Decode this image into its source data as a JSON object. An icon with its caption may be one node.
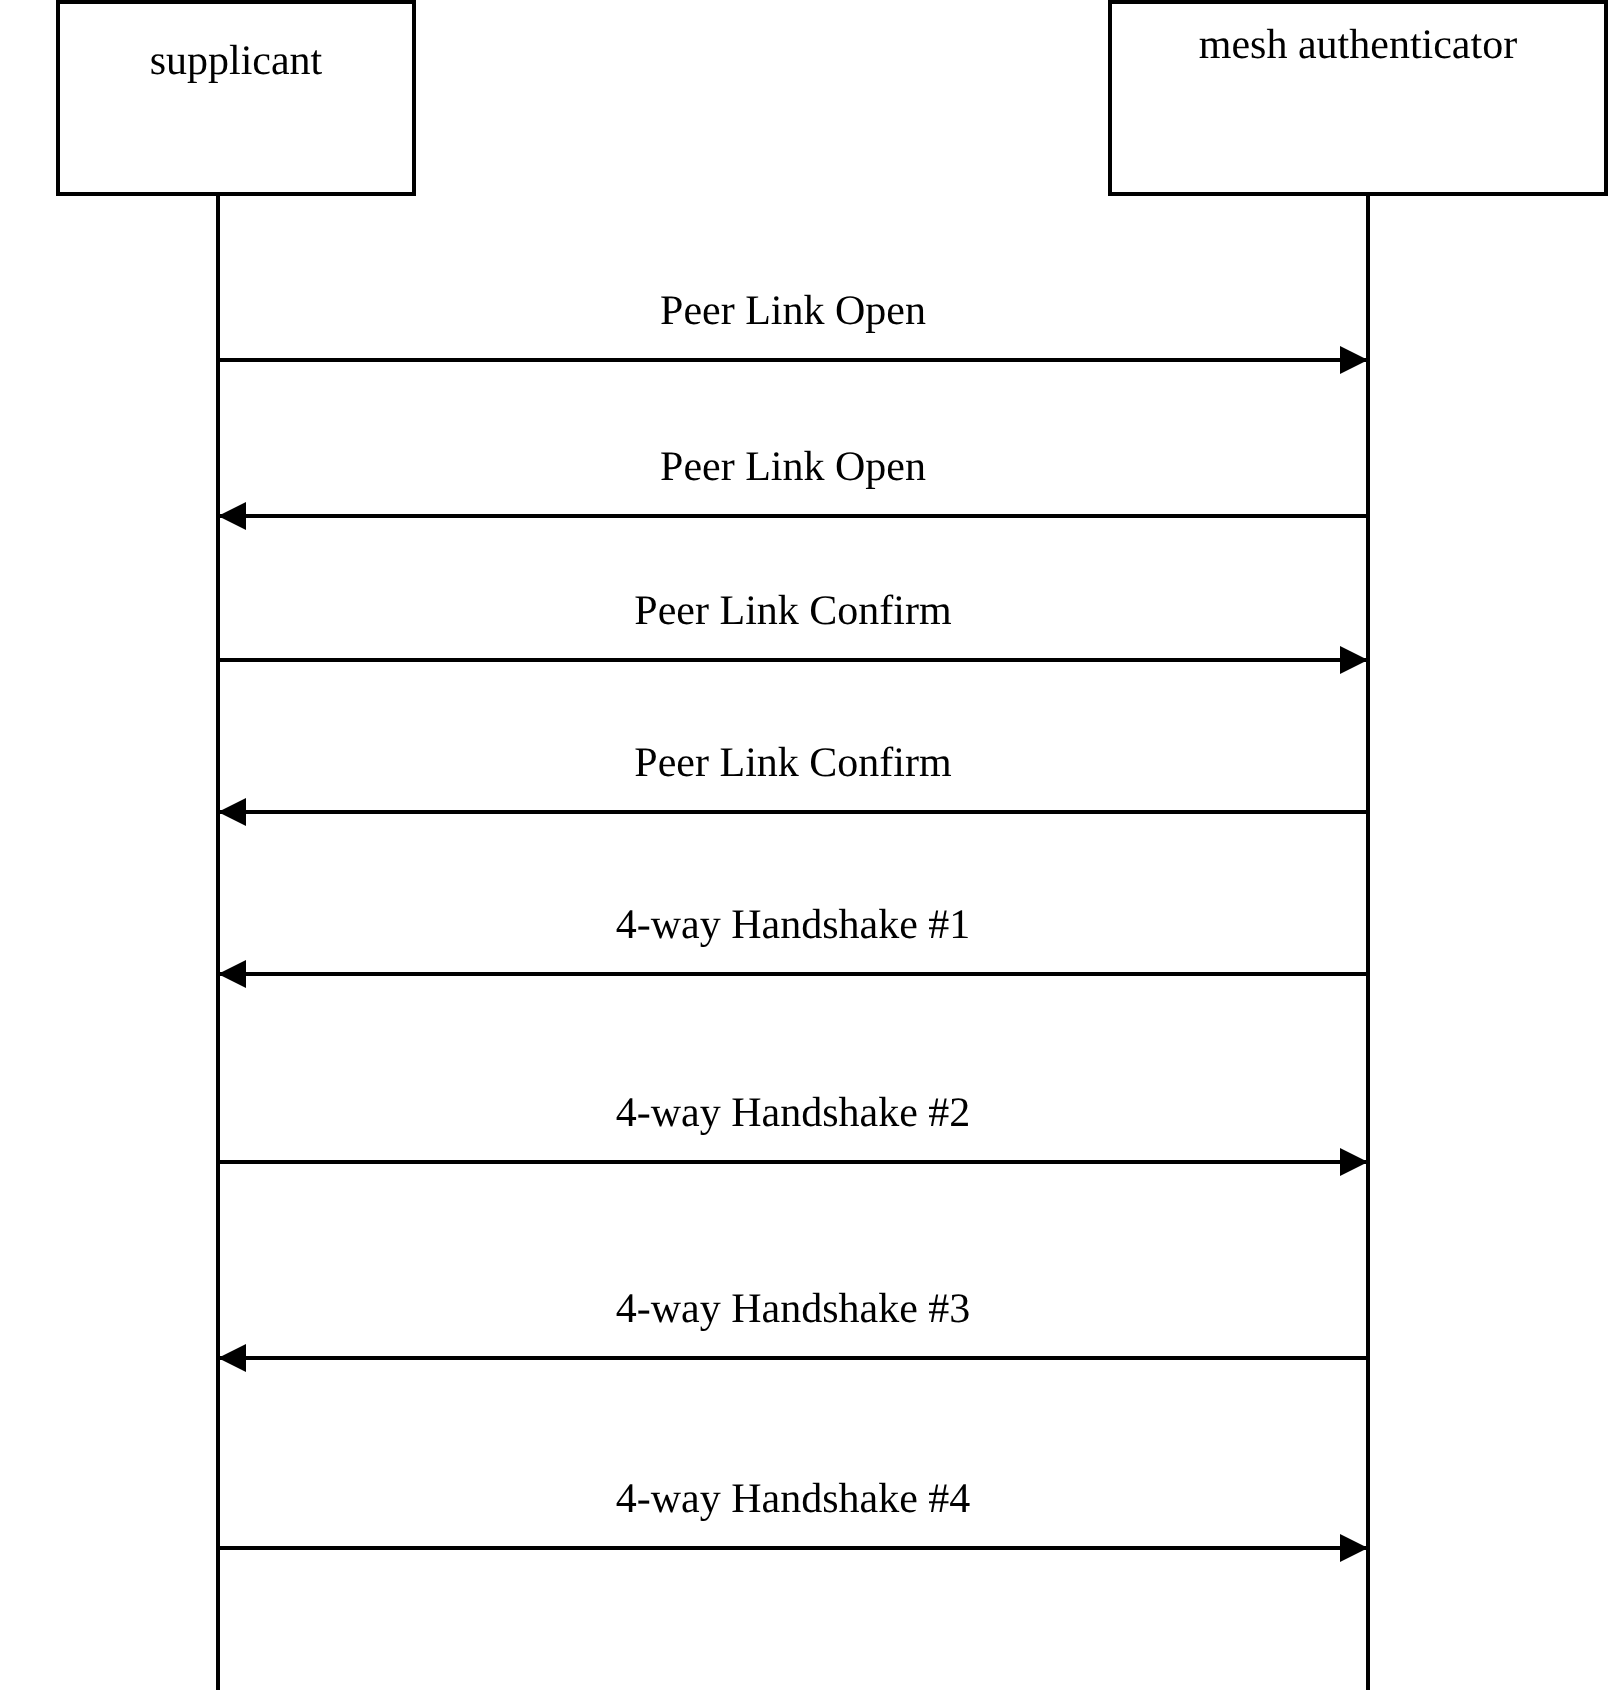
{
  "diagram": {
    "nodes": [
      {
        "text": [
          "supplicant"
        ]
      },
      {
        "text": [
          "mesh authenticator"
        ]
      }
    ],
    "edges": [
      {
        "from": 0,
        "to": 1,
        "arrow": "to",
        "label": "Peer Link Open"
      },
      {
        "from": 1,
        "to": 0,
        "arrow": "to",
        "label": "Peer Link Open"
      },
      {
        "from": 0,
        "to": 1,
        "arrow": "to",
        "label": "Peer Link Confirm"
      },
      {
        "from": 1,
        "to": 0,
        "arrow": "to",
        "label": "Peer Link Confirm"
      },
      {
        "from": 1,
        "to": 0,
        "arrow": "to",
        "label": "4-way Handshake #1"
      },
      {
        "from": 0,
        "to": 1,
        "arrow": "to",
        "label": "4-way Handshake #2"
      },
      {
        "from": 1,
        "to": 0,
        "arrow": "to",
        "label": "4-way Handshake #3"
      },
      {
        "from": 0,
        "to": 1,
        "arrow": "to",
        "label": "4-way Handshake #4"
      }
    ]
  }
}
